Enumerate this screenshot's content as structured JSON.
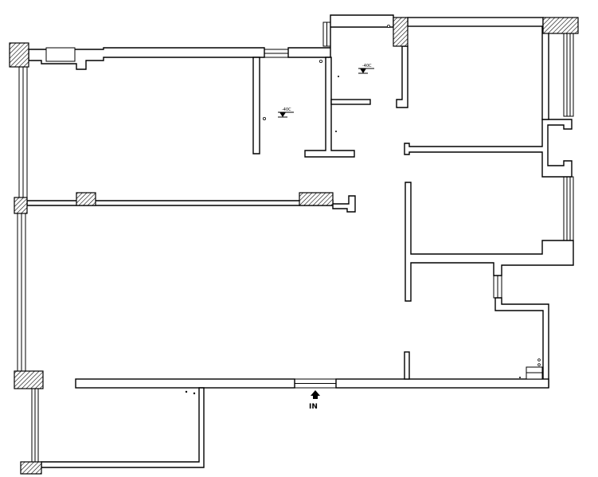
{
  "plan": {
    "entrance_label": "IN",
    "level_marks": [
      {
        "text": "-40C"
      },
      {
        "text": "-40C"
      }
    ],
    "colors": {
      "line": "#000000",
      "background": "#ffffff"
    }
  }
}
